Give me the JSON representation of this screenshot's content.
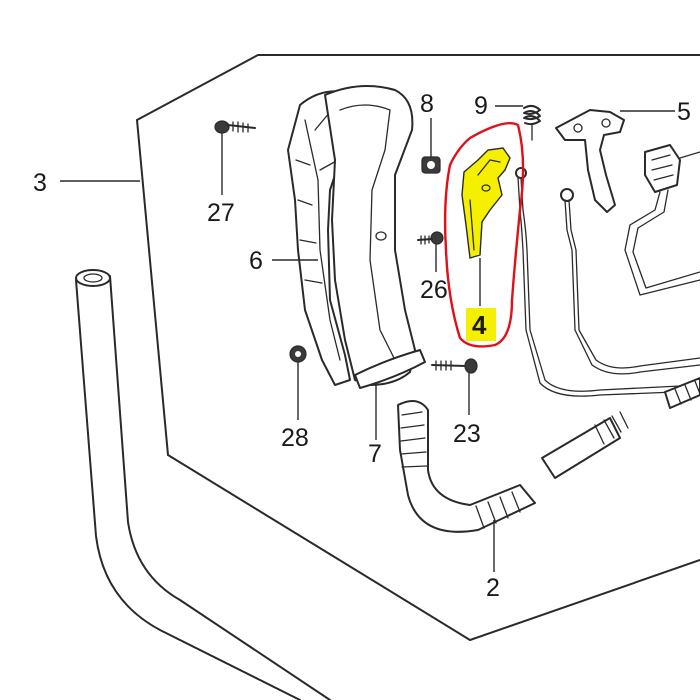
{
  "highlight": {
    "fill_color": "#f5f000",
    "outline_color": "#e0101a"
  },
  "callouts": [
    {
      "id": "callout-2",
      "label": "2"
    },
    {
      "id": "callout-3",
      "label": "3"
    },
    {
      "id": "callout-4",
      "label": "4"
    },
    {
      "id": "callout-5",
      "label": "5"
    },
    {
      "id": "callout-6",
      "label": "6"
    },
    {
      "id": "callout-7",
      "label": "7"
    },
    {
      "id": "callout-8",
      "label": "8"
    },
    {
      "id": "callout-9",
      "label": "9"
    },
    {
      "id": "callout-23",
      "label": "23"
    },
    {
      "id": "callout-26",
      "label": "26"
    },
    {
      "id": "callout-27",
      "label": "27"
    },
    {
      "id": "callout-28",
      "label": "28"
    }
  ]
}
